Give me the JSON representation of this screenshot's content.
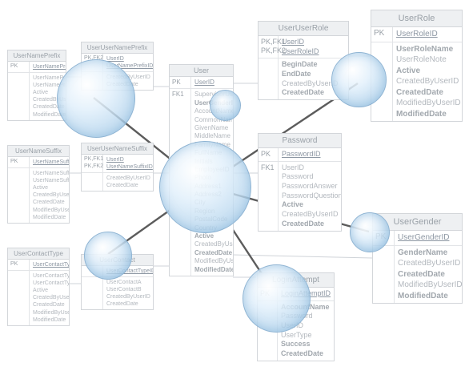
{
  "colors": {
    "header_bg": "#eef0f2",
    "border": "#d3d6da",
    "text": "#b3b8be",
    "bubble": "#b0d2ec",
    "hub_line": "#5a5a5a"
  },
  "entities": {
    "user_name_prefix": {
      "title": "UserNamePrefix",
      "rows": [
        {
          "key": "PK",
          "cols": [
            {
              "t": "UserNamePrefixID",
              "s": "u"
            }
          ]
        },
        {
          "key": "",
          "cols": [
            {
              "t": "UserNamePrefix"
            },
            {
              "t": "UserNamePrefixNote"
            },
            {
              "t": "Active"
            },
            {
              "t": "CreatedByUserID"
            },
            {
              "t": "CreatedDate"
            },
            {
              "t": "ModifiedDate"
            }
          ]
        }
      ]
    },
    "user_user_name_prefix": {
      "title": "UserUserNamePrefix",
      "rows": [
        {
          "key": "PK,FK2",
          "cols": [
            {
              "t": "UserID",
              "s": "u"
            },
            {
              "t": "UserNamePrefixID",
              "s": "u"
            }
          ]
        },
        {
          "key": "",
          "cols": [
            {
              "t": "CreatedByUserID"
            },
            {
              "t": "CreatedDate"
            }
          ]
        }
      ]
    },
    "user_name_suffix": {
      "title": "UserNameSuffix",
      "rows": [
        {
          "key": "PK",
          "cols": [
            {
              "t": "UserNameSuffixID",
              "s": "u"
            }
          ]
        },
        {
          "key": "",
          "cols": [
            {
              "t": "UserNameSuffix"
            },
            {
              "t": "UserNameSuffixNote"
            },
            {
              "t": "Active"
            },
            {
              "t": "CreatedByUserID"
            },
            {
              "t": "CreatedDate"
            },
            {
              "t": "ModifiedByUserID"
            },
            {
              "t": "ModifiedDate"
            }
          ]
        }
      ]
    },
    "user_user_name_suffix": {
      "title": "UserUserNameSuffix",
      "rows": [
        {
          "key": "PK,FK1\nPK,FK2",
          "cols": [
            {
              "t": "UserID",
              "s": "u"
            },
            {
              "t": "UserNameSuffixID",
              "s": "u"
            }
          ]
        },
        {
          "key": "",
          "cols": [
            {
              "t": "CreatedByUserID"
            },
            {
              "t": "CreatedDate"
            }
          ]
        }
      ]
    },
    "user_contact_type": {
      "title": "UserContactType",
      "rows": [
        {
          "key": "PK",
          "cols": [
            {
              "t": "UserContactTypeID",
              "s": "u"
            }
          ]
        },
        {
          "key": "",
          "cols": [
            {
              "t": "UserContactTypeName"
            },
            {
              "t": "UserContactTypeNote"
            },
            {
              "t": "Active"
            },
            {
              "t": "CreatedByUserID"
            },
            {
              "t": "CreatedDate"
            },
            {
              "t": "ModifiedByUserID"
            },
            {
              "t": "ModifiedDate"
            }
          ]
        }
      ]
    },
    "user_contact": {
      "title": "UserContact",
      "rows": [
        {
          "key": "",
          "cols": [
            {
              "t": "UserContactTypeID",
              "s": "u"
            }
          ]
        },
        {
          "key": "",
          "cols": [
            {
              "t": "UserContactA"
            },
            {
              "t": "UserContactB"
            },
            {
              "t": "CreatedByUserID"
            },
            {
              "t": "CreatedDate"
            }
          ]
        }
      ]
    },
    "user": {
      "title": "User",
      "rows": [
        {
          "key": "PK",
          "cols": [
            {
              "t": "UserID",
              "s": "u"
            }
          ]
        },
        {
          "key": "FK1",
          "cols": [
            {
              "t": "SupervisorUserID"
            },
            {
              "t": "UserGenderID",
              "s": "b"
            },
            {
              "t": "AccountName"
            },
            {
              "t": "CommonName"
            },
            {
              "t": "GivenName"
            },
            {
              "t": "MiddleName"
            },
            {
              "t": "FamilyName"
            },
            {
              "t": "FullName"
            },
            {
              "t": "Initials"
            },
            {
              "t": "EmployeeID"
            },
            {
              "t": "Photo"
            },
            {
              "t": "Address1"
            },
            {
              "t": "Address2"
            },
            {
              "t": "City"
            },
            {
              "t": "Region"
            },
            {
              "t": "PostalCode"
            },
            {
              "t": "Country"
            },
            {
              "t": "Active",
              "s": "b"
            },
            {
              "t": "CreatedByUserID"
            },
            {
              "t": "CreatedDate",
              "s": "b"
            },
            {
              "t": "ModifiedByUserID"
            },
            {
              "t": "ModifiedDate",
              "s": "b"
            }
          ]
        }
      ]
    },
    "user_user_role": {
      "title": "UserUserRole",
      "rows": [
        {
          "key": "PK,FK1\nPK,FK2",
          "cols": [
            {
              "t": "UserID",
              "s": "u"
            },
            {
              "t": "UserRoleID",
              "s": "u"
            }
          ]
        },
        {
          "key": "",
          "cols": [
            {
              "t": "BeginDate",
              "s": "b"
            },
            {
              "t": "EndDate",
              "s": "b"
            },
            {
              "t": "CreatedByUserID"
            },
            {
              "t": "CreatedDate",
              "s": "b"
            }
          ]
        }
      ]
    },
    "user_role": {
      "title": "UserRole",
      "rows": [
        {
          "key": "PK",
          "cols": [
            {
              "t": "UserRoleID",
              "s": "u"
            }
          ]
        },
        {
          "key": "",
          "cols": [
            {
              "t": "UserRoleName",
              "s": "b"
            },
            {
              "t": "UserRoleNote"
            },
            {
              "t": "Active",
              "s": "b"
            },
            {
              "t": "CreatedByUserID"
            },
            {
              "t": "CreatedDate",
              "s": "b"
            },
            {
              "t": "ModifiedByUserID"
            },
            {
              "t": "ModifiedDate",
              "s": "b"
            }
          ]
        }
      ]
    },
    "password": {
      "title": "Password",
      "rows": [
        {
          "key": "PK",
          "cols": [
            {
              "t": "PasswordID",
              "s": "u"
            }
          ]
        },
        {
          "key": "FK1",
          "cols": [
            {
              "t": "UserID"
            },
            {
              "t": "Password"
            },
            {
              "t": "PasswordAnswer"
            },
            {
              "t": "PasswordQuestion"
            },
            {
              "t": "Active",
              "s": "b"
            },
            {
              "t": "CreatedByUserID"
            },
            {
              "t": "CreatedDate",
              "s": "b"
            }
          ]
        }
      ]
    },
    "user_gender": {
      "title": "UserGender",
      "rows": [
        {
          "key": "PK",
          "cols": [
            {
              "t": "UserGenderID",
              "s": "u"
            }
          ]
        },
        {
          "key": "",
          "cols": [
            {
              "t": "GenderName",
              "s": "b"
            },
            {
              "t": "CreatedByUserID"
            },
            {
              "t": "CreatedDate",
              "s": "b"
            },
            {
              "t": "ModifiedByUserID"
            },
            {
              "t": "ModifiedDate",
              "s": "b"
            }
          ]
        }
      ]
    },
    "login_attempt": {
      "title": "LoginAttempt",
      "rows": [
        {
          "key": "PK",
          "cols": [
            {
              "t": "LoginAttemptID",
              "s": "u"
            }
          ]
        },
        {
          "key": "",
          "cols": [
            {
              "t": "AccountName",
              "s": "b"
            },
            {
              "t": "Password"
            },
            {
              "t": "UserID"
            },
            {
              "t": "UserType"
            },
            {
              "t": "Success",
              "s": "b"
            },
            {
              "t": "CreatedDate",
              "s": "b"
            }
          ]
        }
      ]
    }
  }
}
